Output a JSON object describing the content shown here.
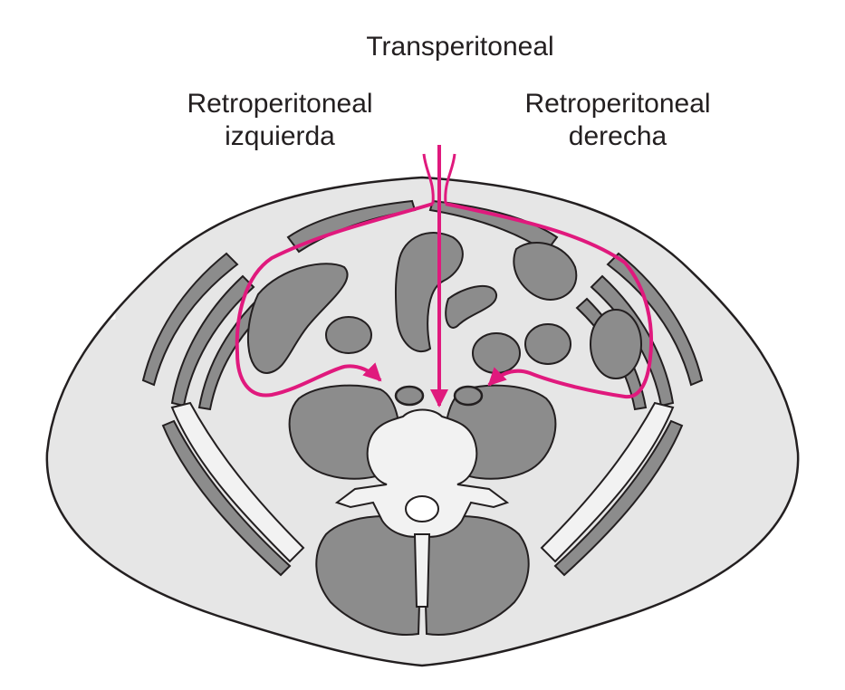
{
  "labels": {
    "transperitoneal": "Transperitoneal",
    "left_line1": "Retroperitoneal",
    "left_line2": "izquierda",
    "right_line1": "Retroperitoneal",
    "right_line2": "derecha"
  },
  "colors": {
    "approach": "#e0197d",
    "body_fill": "#e6e6e6",
    "muscle_fill": "#8c8c8c",
    "bone_fill": "#f2f2f2",
    "outline": "#231f20"
  }
}
